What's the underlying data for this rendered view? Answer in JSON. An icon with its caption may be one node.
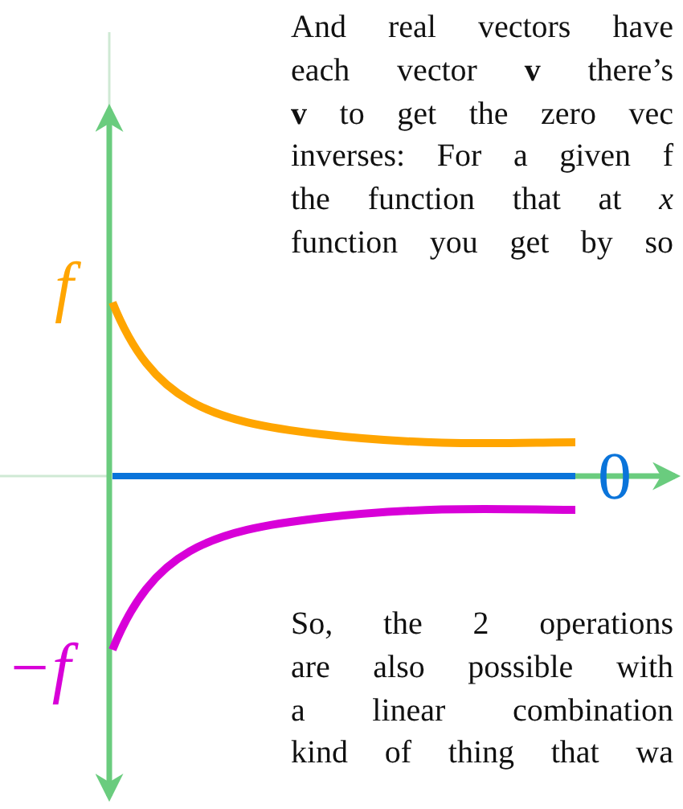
{
  "diagram": {
    "labels": [
      "And real vectors have each vector **v** there’s **v** to get the zero vec inverses: For a given f the function that at *x* function you get by so",
      "f",
      "0",
      "−f",
      "So, the 2 operations are also possible with a linear combination kind of thing that wa"
    ]
  }
}
